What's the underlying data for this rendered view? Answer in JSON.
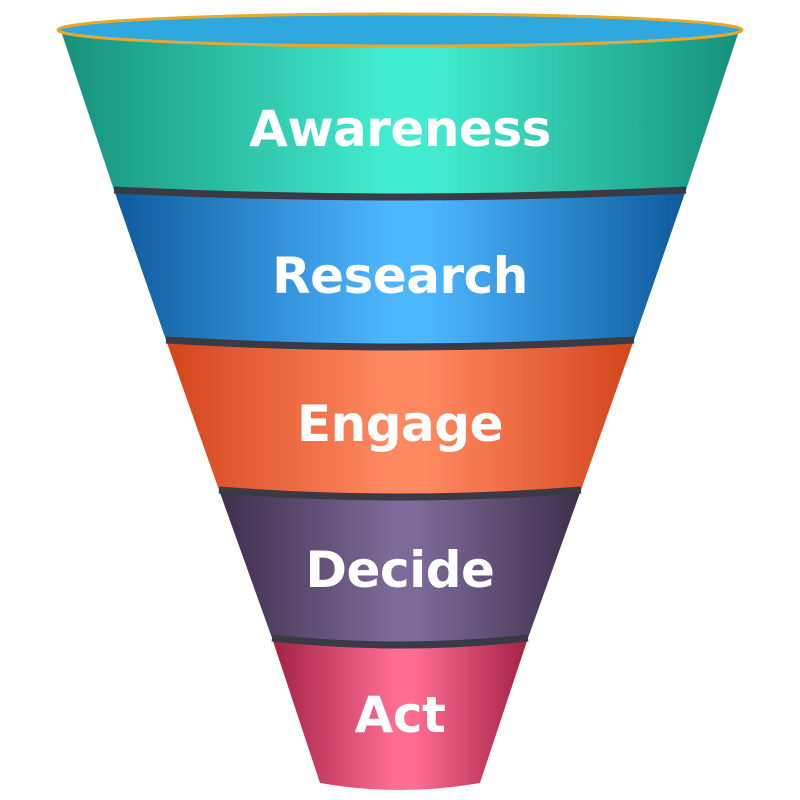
{
  "funnel": {
    "stages": [
      {
        "label": "Awareness",
        "color_edge": "#16917b",
        "color_mid": "#42ecd0"
      },
      {
        "label": "Research",
        "color_edge": "#0e5a9c",
        "color_mid": "#4cb6ff"
      },
      {
        "label": "Engage",
        "color_edge": "#d3441c",
        "color_mid": "#ff8a62"
      },
      {
        "label": "Decide",
        "color_edge": "#3d2f4d",
        "color_mid": "#7c6a98"
      },
      {
        "label": "Act",
        "color_edge": "#a32146",
        "color_mid": "#ff6d92"
      }
    ],
    "rim_color": "#e8a92a",
    "rim_fill": "#2ea8de",
    "separator_color": "#3a3a44"
  }
}
